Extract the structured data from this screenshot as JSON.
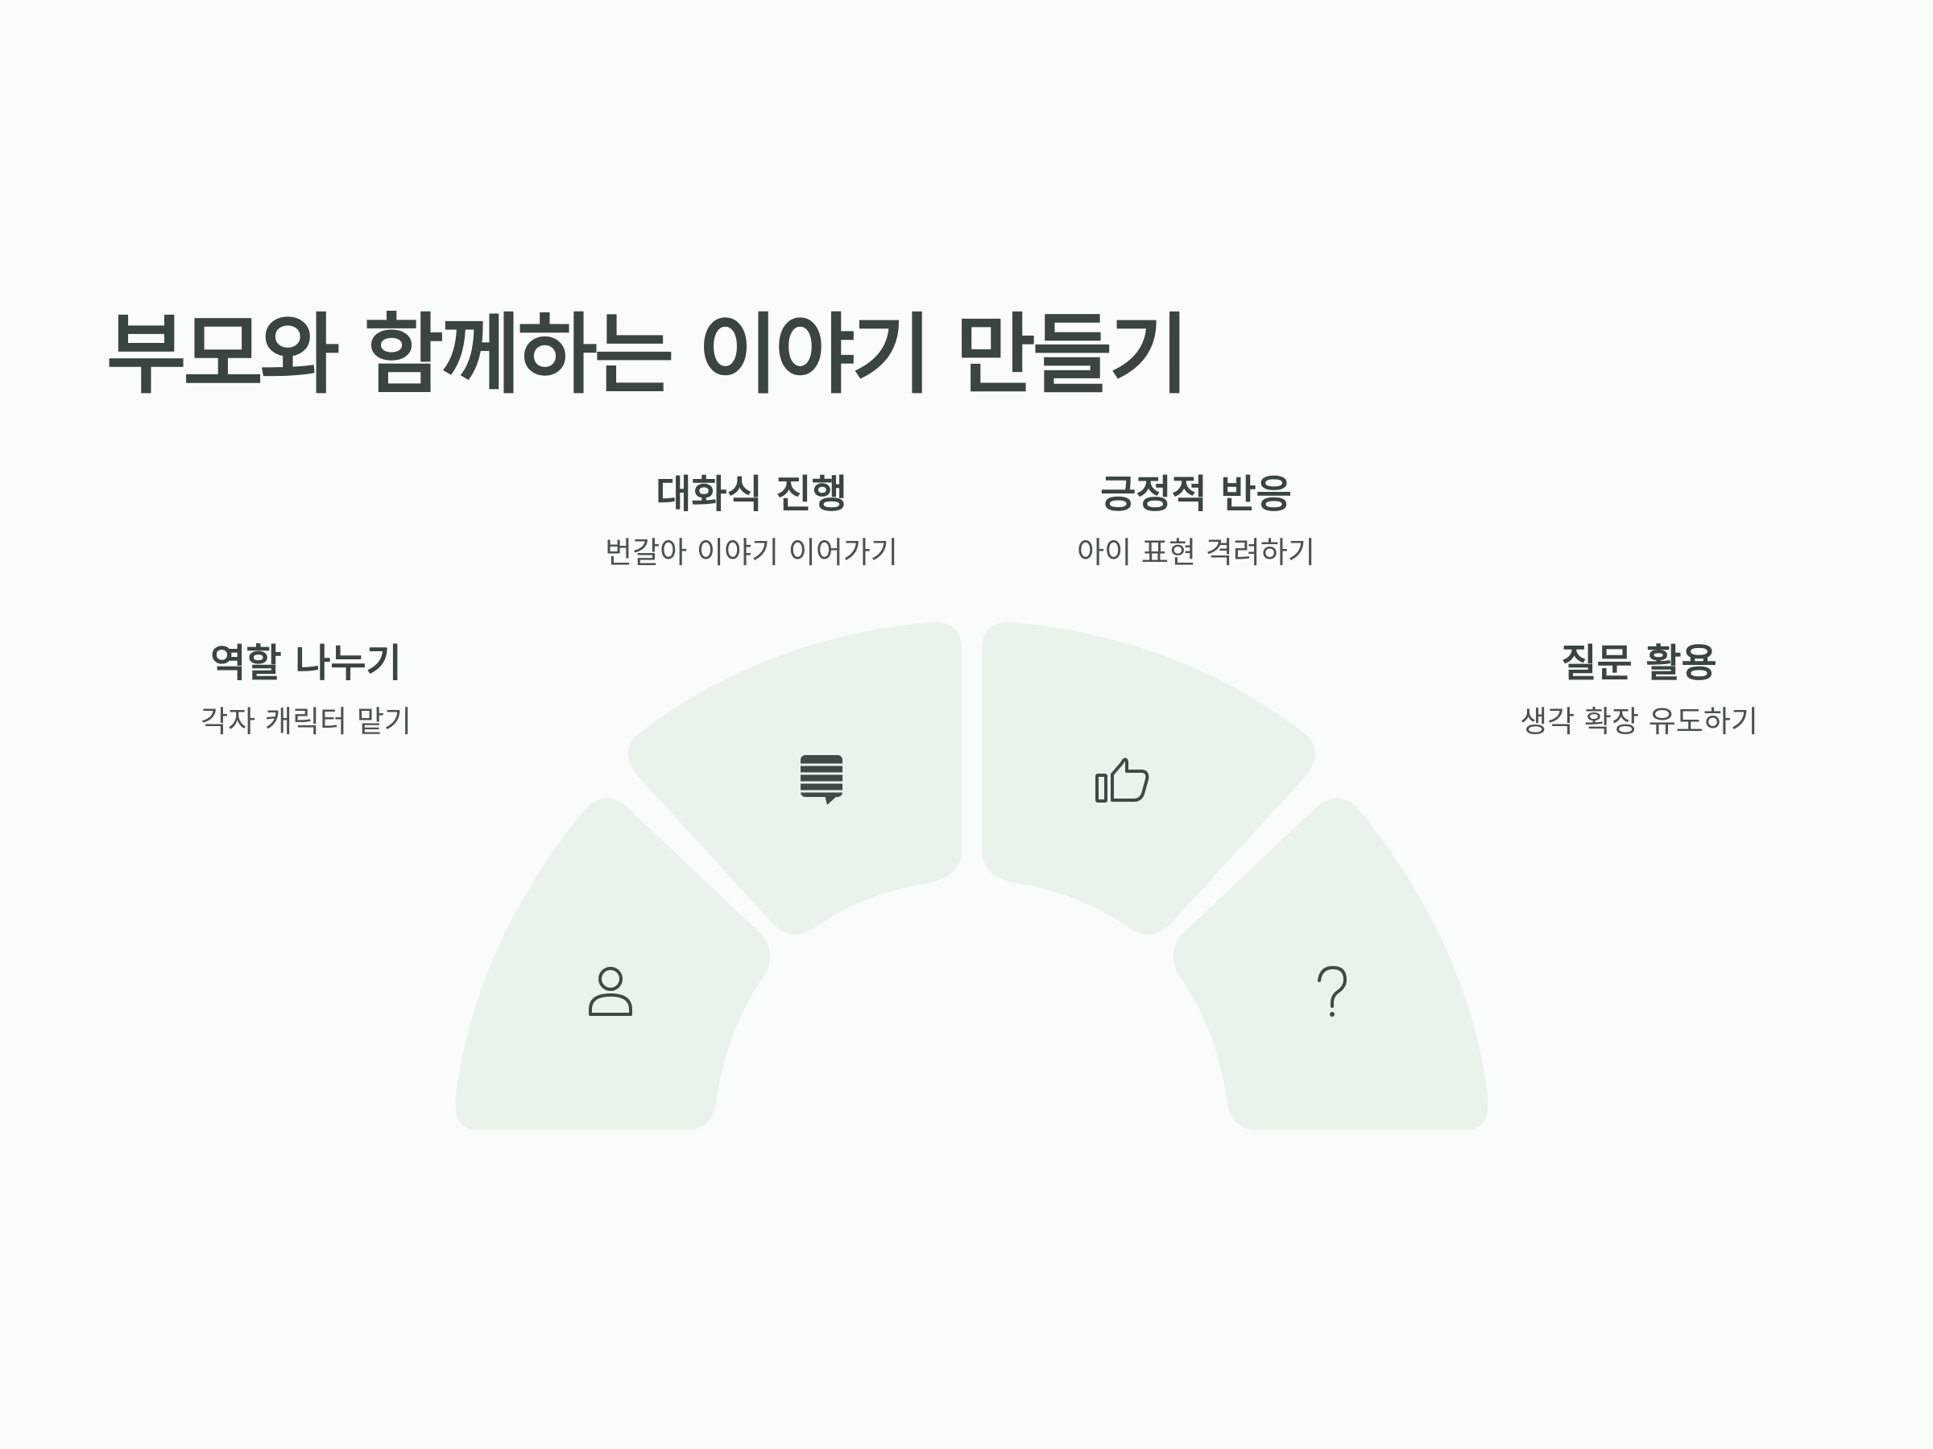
{
  "title": "부모와 함께하는 이야기 만들기",
  "steps": [
    {
      "heading": "역할 나누기",
      "description": "각자 캐릭터 맡기",
      "icon": "person-icon"
    },
    {
      "heading": "대화식 진행",
      "description": "번갈아 이야기 이어가기",
      "icon": "speech-bubble-icon"
    },
    {
      "heading": "긍정적 반응",
      "description": "아이 표현 격려하기",
      "icon": "thumbs-up-icon"
    },
    {
      "heading": "질문 활용",
      "description": "생각 확장 유도하기",
      "icon": "question-mark-icon"
    }
  ],
  "colors": {
    "background": "#f8fdf8",
    "segment": "#e9f3ea",
    "text": "#3a453e",
    "icon": "#3f4a42"
  }
}
